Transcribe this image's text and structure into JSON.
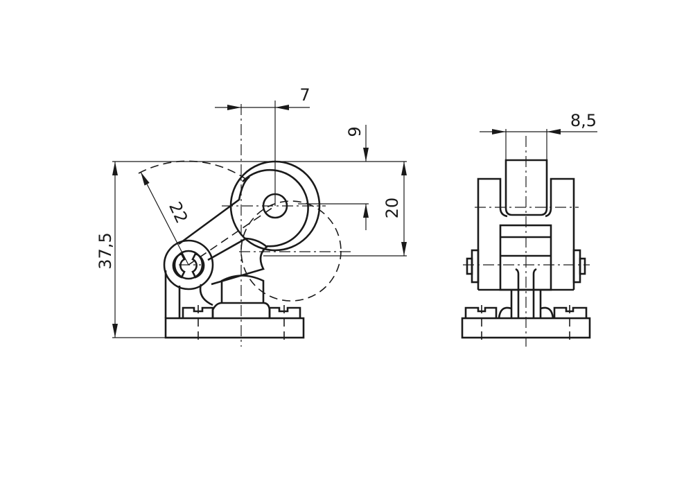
{
  "drawing": {
    "side_view": {
      "dimensions": {
        "height": "37,5",
        "radius": "22",
        "offset_x": "7",
        "offset_y": "9",
        "roller_travel": "20"
      }
    },
    "front_view": {
      "dimensions": {
        "roller_width": "8,5"
      }
    }
  }
}
